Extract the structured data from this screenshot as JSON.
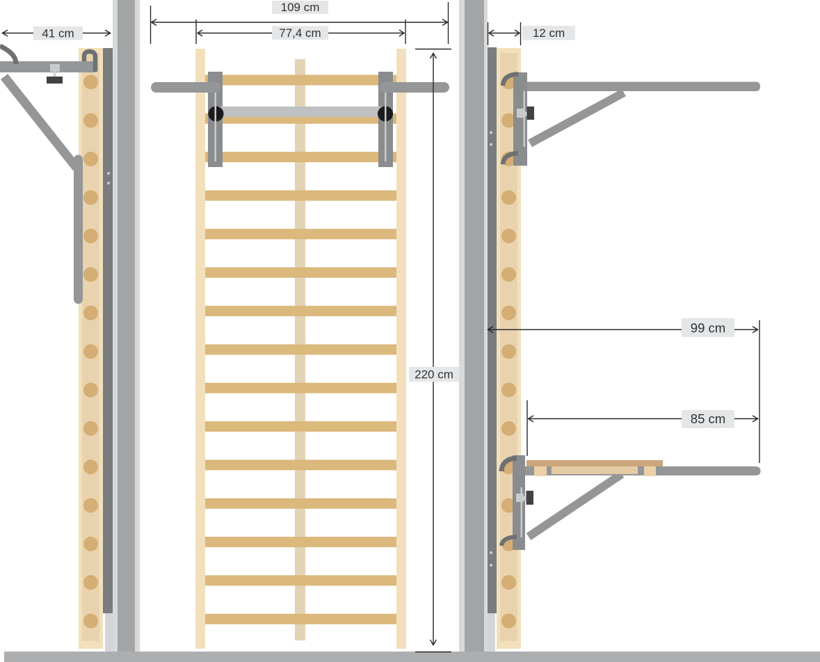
{
  "dimensions": {
    "pullup_bar_wall_distance": "41 cm",
    "overall_width": "109 cm",
    "inner_frame_width": "77,4 cm",
    "overall_height": "220 cm",
    "frame_wall_depth": "12 cm",
    "pullup_attachment_reach": "99 cm",
    "dip_attachment_reach": "85 cm"
  },
  "palette": {
    "bg": "#ffffff",
    "wallMain": "#A2A4A6",
    "wallEdge": "#D7D9DA",
    "railDark": "#7A7C7E",
    "railLight": "#D3D5D6",
    "woodLight": "#F2E0BC",
    "woodInset": "#E8D3AE",
    "woodCenter": "#E3D3B5",
    "rung": "#DBB87C",
    "dowel": "#D4AE74",
    "metal": "#949698",
    "metalDark": "#6E7072",
    "plate": "#8A8C8E",
    "slotLight": "#C9CBCD",
    "barLight": "#BEC0C2",
    "knob": "#1C1C1E",
    "screw": "#CACCCD",
    "lockLight": "#C8CACB",
    "lockPin": "#D2D4D5",
    "lockDark": "#404244",
    "plankTop": "#CBA67D",
    "plankBody": "#E5CBA4",
    "blockTan": "#EBD0A8",
    "floor": "#ACAEB0",
    "labelBg": "#E5E6E7",
    "line": "#26282A",
    "text": "#2E3032"
  }
}
